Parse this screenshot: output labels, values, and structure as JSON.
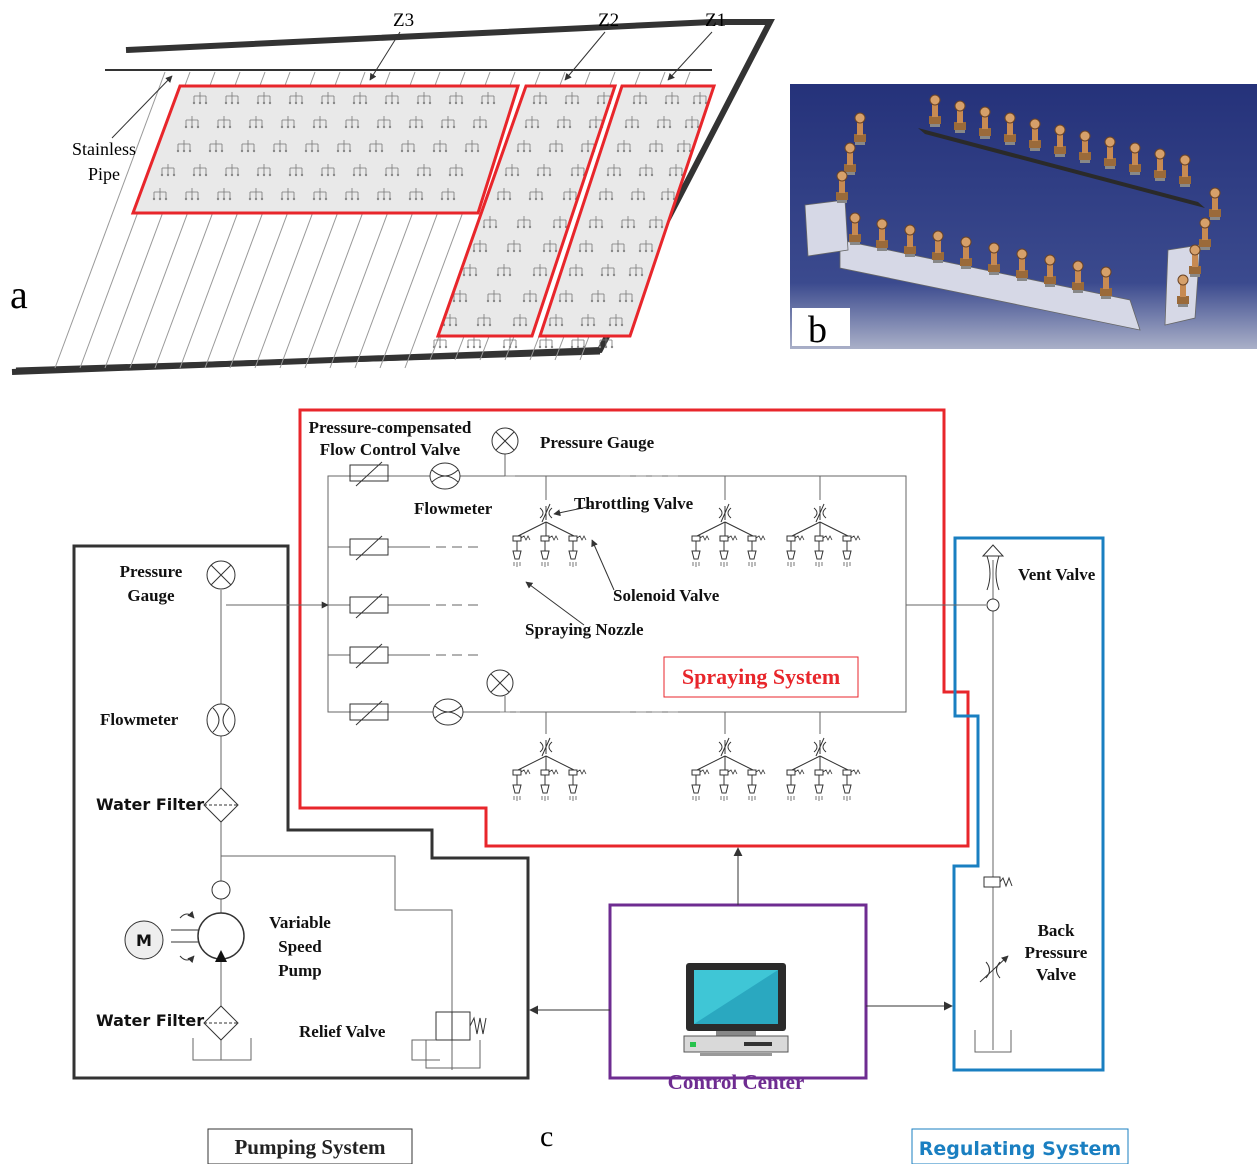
{
  "panel_a": {
    "letter": "a",
    "zones": [
      "Z3",
      "Z2",
      "Z1"
    ],
    "pipe_label_1": "Stainless",
    "pipe_label_2": "Pipe"
  },
  "panel_b": {
    "letter": "b"
  },
  "panel_c": {
    "letter": "c",
    "spraying": {
      "title": "Spraying System",
      "pcfcv_1": "Pressure-compensated",
      "pcfcv_2": "Flow Control Valve",
      "pressure_gauge": "Pressure Gauge",
      "flowmeter": "Flowmeter",
      "throttling_valve": "Throttling Valve",
      "solenoid_valve": "Solenoid Valve",
      "spraying_nozzle": "Spraying Nozzle"
    },
    "pumping": {
      "title": "Pumping System",
      "pressure_gauge_1": "Pressure",
      "pressure_gauge_2": "Gauge",
      "flowmeter": "Flowmeter",
      "water_filter_top": "Water Filter",
      "water_filter_bottom": "Water Filter",
      "pump_1": "Variable",
      "pump_2": "Speed",
      "pump_3": "Pump",
      "motor": "M",
      "relief_valve": "Relief Valve"
    },
    "regulating": {
      "title": "Regulating System",
      "vent_valve": "Vent Valve",
      "back_pressure_1": "Back",
      "back_pressure_2": "Pressure",
      "back_pressure_3": "Valve"
    },
    "control": {
      "title": "Control Center"
    }
  },
  "colors": {
    "spraying": "#e8262b",
    "pumping": "#333333",
    "regulating": "#1a7fc1",
    "control": "#6e2c91",
    "panel_b_bg": "#2c3b7a"
  }
}
